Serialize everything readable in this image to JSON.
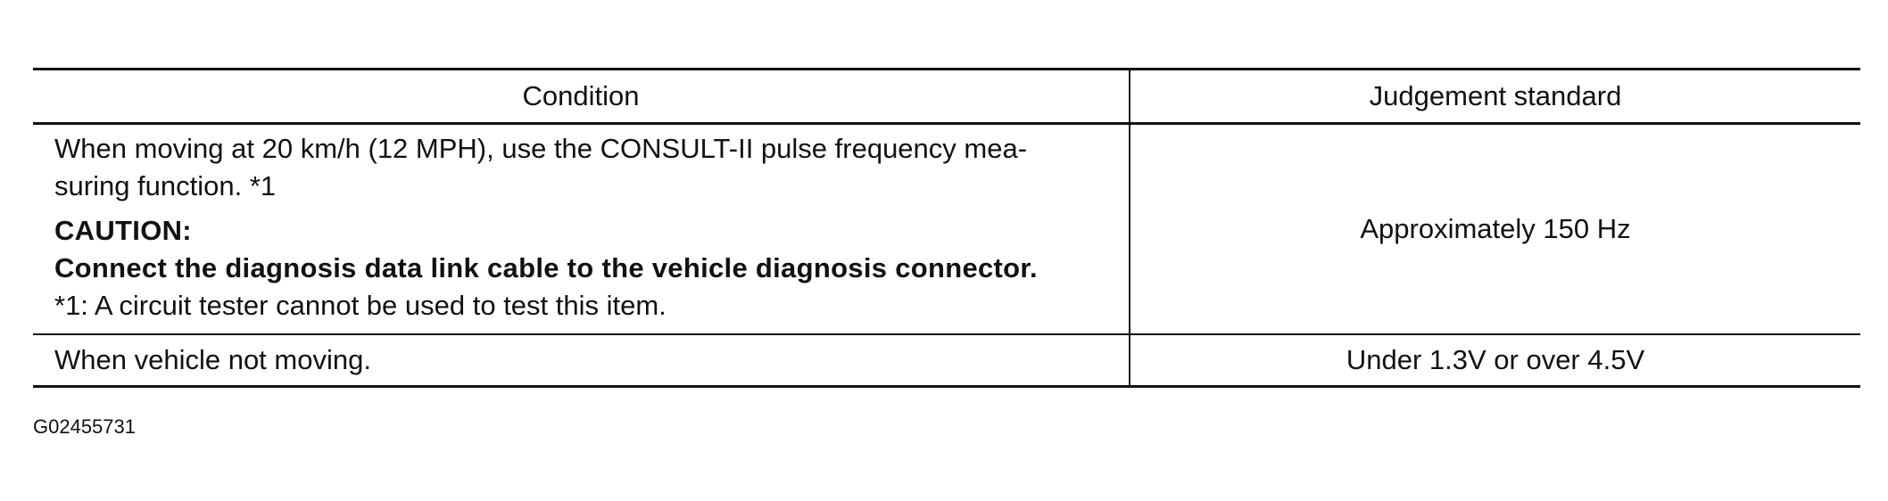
{
  "table": {
    "headers": {
      "condition": "Condition",
      "judgement": "Judgement standard"
    },
    "rows": [
      {
        "condition_line1": "When moving at 20 km/h (12 MPH), use the CONSULT-II pulse frequency mea-",
        "condition_line2": "suring function. *1",
        "caution_title": "CAUTION:",
        "caution_text": "Connect the diagnosis data link cable to the vehicle diagnosis connector.",
        "footnote": "*1: A circuit tester cannot be used to test this item.",
        "judgement": "Approximately 150 Hz"
      },
      {
        "condition": "When vehicle not moving.",
        "judgement": "Under 1.3V or over 4.5V"
      }
    ]
  },
  "figure_id": "G02455731"
}
